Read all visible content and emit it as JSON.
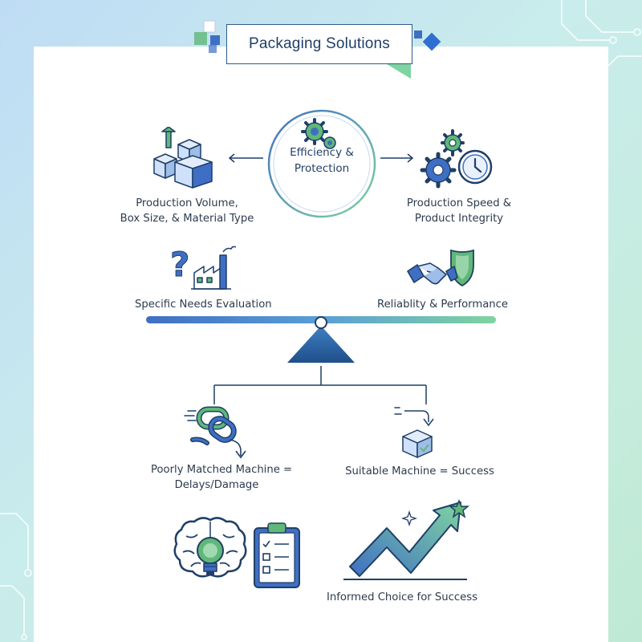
{
  "title": "Packaging Solutions",
  "center": {
    "line1": "Efficiency &",
    "line2": "Protection"
  },
  "left_factor": {
    "line1": "Production Volume,",
    "line2": "Box Size, & Material Type"
  },
  "right_factor": {
    "line1": "Production Speed &",
    "line2": "Product Integrity"
  },
  "balance": {
    "left_label": "Specific Needs Evaluation",
    "right_label": "Reliablity & Performance"
  },
  "outcomes": {
    "bad": {
      "line1": "Poorly Matched Machine =",
      "line2": "Delays/Damage"
    },
    "good": "Suitable Machine = Success"
  },
  "conclusion": "Informed Choice for Success",
  "colors": {
    "navy": "#1f3f66",
    "blue": "#3f6fc4",
    "light_blue": "#cfe0fb",
    "green": "#5fb878",
    "teal_green": "#7fd4a0"
  },
  "icons": [
    "boxes-up-arrow-icon",
    "gears-icon",
    "gears-clock-icon",
    "question-factory-icon",
    "handshake-shield-icon",
    "balance-scale-icon",
    "broken-chain-icon",
    "box-checkmark-icon",
    "brain-lightbulb-icon",
    "checklist-clipboard-icon",
    "growth-arrow-icon"
  ]
}
